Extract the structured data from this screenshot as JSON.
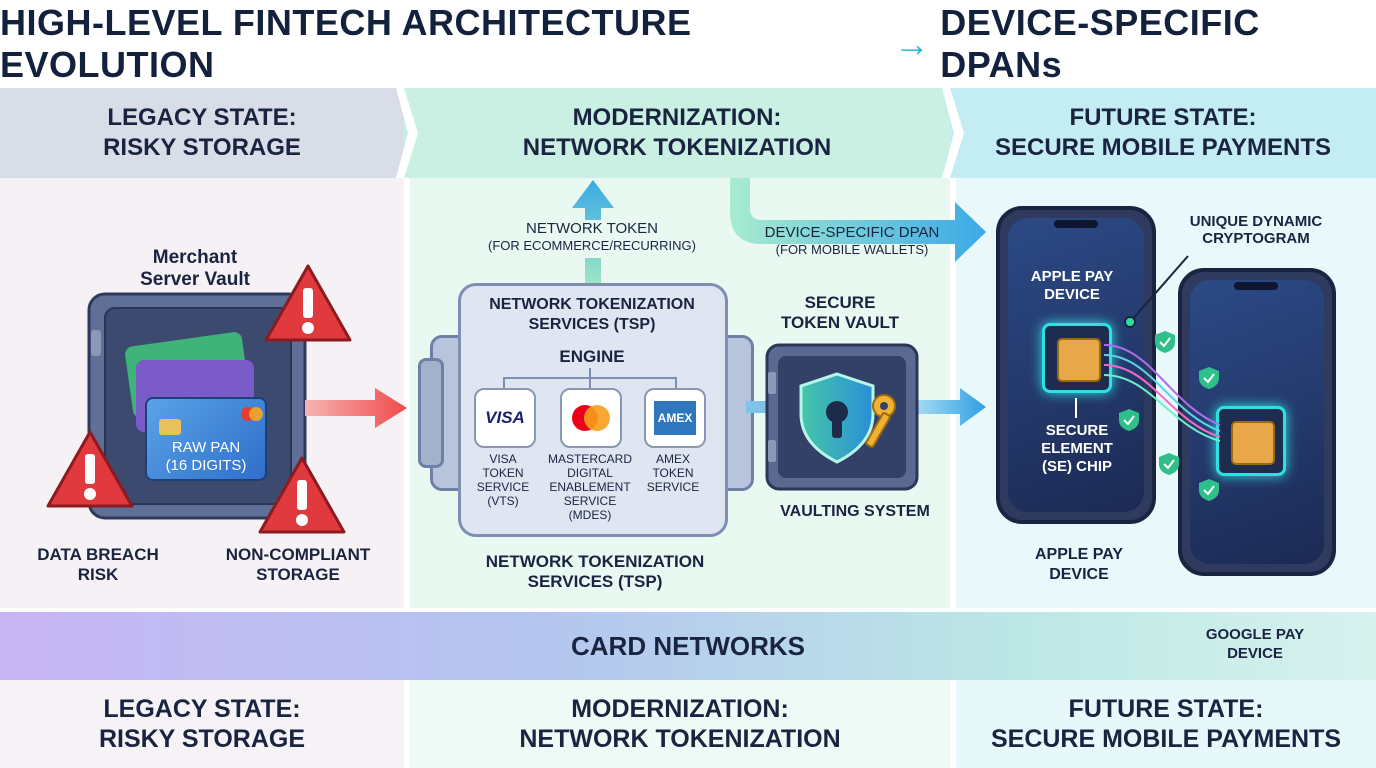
{
  "title": {
    "text_left": "HIGH-LEVEL FINTECH ARCHITECTURE EVOLUTION",
    "arrow": "→",
    "text_right": "DEVICE-SPECIFIC DPANs"
  },
  "columns": {
    "legacy": {
      "header_line1": "LEGACY STATE:",
      "header_line2": "RISKY STORAGE",
      "vault_label_line1": "Merchant",
      "vault_label_line2": "Server Vault",
      "card_line1": "RAW PAN",
      "card_line2": "(16 DIGITS)",
      "risk1_line1": "DATA BREACH",
      "risk1_line2": "RISK",
      "risk2_line1": "NON-COMPLIANT",
      "risk2_line2": "STORAGE"
    },
    "modern": {
      "header_line1": "MODERNIZATION:",
      "header_line2": "NETWORK TOKENIZATION",
      "token_label_line1": "NETWORK TOKEN",
      "token_label_line2": "(FOR ECOMMERCE/RECURRING)",
      "tsp_title_line1": "NETWORK TOKENIZATION",
      "tsp_title_line2": "SERVICES (TSP)",
      "engine": "ENGINE",
      "visa_logo": "VISA",
      "amex_logo": "AMEX",
      "visa_line1": "VISA",
      "visa_line2": "TOKEN",
      "visa_line3": "SERVICE",
      "visa_line4": "(VTS)",
      "mc_line1": "MASTERCARD",
      "mc_line2": "DIGITAL",
      "mc_line3": "ENABLEMENT",
      "mc_line4": "SERVICE",
      "mc_line5": "(MDES)",
      "amex_line1": "AMEX",
      "amex_line2": "TOKEN",
      "amex_line3": "SERVICE",
      "tsp_bottom_line1": "NETWORK TOKENIZATION",
      "tsp_bottom_line2": "SERVICES (TSP)",
      "vault_line1": "SECURE",
      "vault_line2": "TOKEN VAULT",
      "vaulting": "VAULTING SYSTEM",
      "dpan_line1": "DEVICE-SPECIFIC DPAN",
      "dpan_line2": "(FOR MOBILE WALLETS)"
    },
    "future": {
      "header_line1": "FUTURE STATE:",
      "header_line2": "SECURE MOBILE PAYMENTS",
      "apple_line1": "APPLE PAY",
      "apple_line2": "DEVICE",
      "se_line1": "SECURE",
      "se_line2": "ELEMENT",
      "se_line3": "(SE) CHIP",
      "crypto_line1": "UNIQUE DYNAMIC",
      "crypto_line2": "CRYPTOGRAM",
      "apple_bottom_line1": "APPLE PAY",
      "apple_bottom_line2": "DEVICE",
      "google_line1": "GOOGLE PAY",
      "google_line2": "DEVICE"
    }
  },
  "networks_band": "CARD NETWORKS",
  "footer": {
    "legacy_line1": "LEGACY STATE:",
    "legacy_line2": "RISKY STORAGE",
    "modern_line1": "MODERNIZATION:",
    "modern_line2": "NETWORK TOKENIZATION",
    "future_line1": "FUTURE STATE:",
    "future_line2": "SECURE MOBILE PAYMENTS"
  },
  "colors": {
    "legacy_bg": "#f5f1f4",
    "modern_bg": "#eaf8f2",
    "future_bg": "#e8f8fb",
    "warning_red": "#e0393e",
    "arrow_blue": "#3aa9e6",
    "arrow_red": "#ef5b5b",
    "chip_gold": "#e8a84a"
  },
  "icons": [
    "warning-icon",
    "vault-icon",
    "credit-card-icon",
    "shield-icon",
    "key-icon",
    "lock-icon",
    "phone-icon",
    "chip-icon",
    "check-shield-icon",
    "arrow-icon"
  ]
}
